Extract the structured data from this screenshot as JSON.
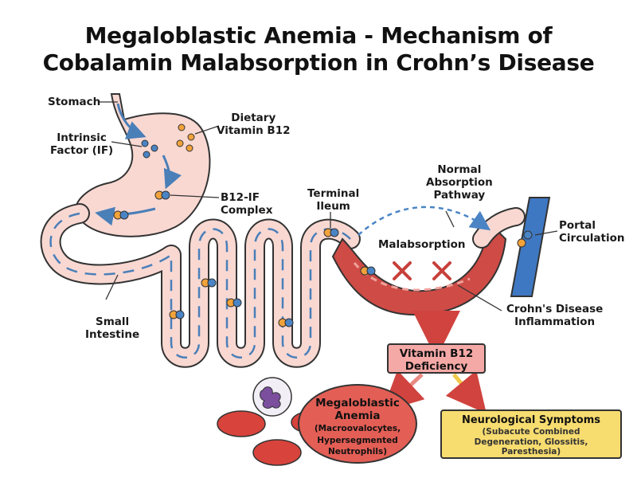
{
  "title_line1": "Megaloblastic Anemia - Mechanism of",
  "title_line2": "Cobalamin Malabsorption in Crohn’s Disease",
  "labels": {
    "stomach": "Stomach",
    "intrinsic_factor_1": "Intrinsic",
    "intrinsic_factor_2": "Factor (IF)",
    "dietary_b12_1": "Dietary",
    "dietary_b12_2": "Vitamin B12",
    "b12_if_complex_1": "B12-IF",
    "b12_if_complex_2": "Complex",
    "terminal_ileum_1": "Terminal",
    "terminal_ileum_2": "Ileum",
    "normal_absorption_1": "Normal",
    "normal_absorption_2": "Absorption",
    "normal_absorption_3": "Pathway",
    "portal_circulation_1": "Portal",
    "portal_circulation_2": "Circulation",
    "malabsorption": "Malabsorption",
    "small_intestine_1": "Small",
    "small_intestine_2": "Intestine",
    "crohns_1": "Crohn's Disease",
    "crohns_2": "Inflammation"
  },
  "deficiency": {
    "line1": "Vitamin B12",
    "line2": "Deficiency"
  },
  "anemia": {
    "line1": "Megaloblastic",
    "line2": "Anemia",
    "line3": "(Macroovalocytes,",
    "line4": "Hypersegmented",
    "line5": "Neutrophils)"
  },
  "neuro": {
    "title": "Neurological Symptoms",
    "line1": "(Subacute Combined",
    "line2": "Degeneration, Glossitis,",
    "line3": "Paresthesia)"
  },
  "colors": {
    "gut_fill": "#f9d8d2",
    "gut_outline": "#333333",
    "flow_arrow": "#4a7fb8",
    "b12_orange": "#f2a23a",
    "if_blue": "#4a84c4",
    "inflamed": "#cf4b46",
    "vein_blue": "#3f78c2",
    "deficiency_fill": "#f5a9a6",
    "neuro_fill": "#f7dc6f",
    "anemia_fill": "#e35e55"
  }
}
